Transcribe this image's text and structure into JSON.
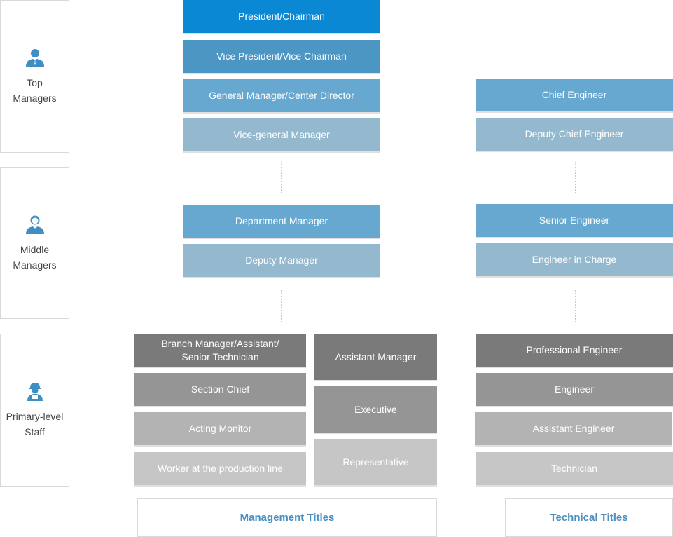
{
  "tiers": {
    "top": {
      "label": "Top\nManagers"
    },
    "middle": {
      "label": "Middle\nManagers"
    },
    "primary": {
      "label": "Primary-level\nStaff"
    }
  },
  "management": {
    "president": "President/Chairman",
    "vice_president": "Vice President/Vice Chairman",
    "general_manager": "General Manager/Center Director",
    "vice_general_manager": "Vice-general Manager",
    "department_manager": "Department Manager",
    "deputy_manager": "Deputy Manager",
    "branch_manager": "Branch Manager/Assistant/\nSenior Technician",
    "section_chief": "Section Chief",
    "acting_monitor": "Acting Monitor",
    "worker": "Worker at the production line",
    "assistant_manager": "Assistant Manager",
    "executive": "Executive",
    "representative": "Representative"
  },
  "technical": {
    "chief_engineer": "Chief Engineer",
    "deputy_chief_engineer": "Deputy Chief Engineer",
    "senior_engineer": "Senior Engineer",
    "engineer_in_charge": "Engineer in Charge",
    "professional_engineer": "Professional Engineer",
    "engineer": "Engineer",
    "assistant_engineer": "Assistant Engineer",
    "technician": "Technician"
  },
  "footer": {
    "management_titles": "Management Titles",
    "technical_titles": "Technical Titles"
  },
  "colors": {
    "bright_blue": "#0a88d4",
    "dark_blue": "#4b96c3",
    "mid_blue": "#66a8d0",
    "light_blue": "#94b9ce",
    "dark_gray": "#7a7a7a",
    "mid_gray": "#959595",
    "light_gray": "#b3b3b3",
    "lighter_gray": "#c6c6c6",
    "icon_blue": "#3f8fc4",
    "title_blue": "#4a8fc0"
  }
}
